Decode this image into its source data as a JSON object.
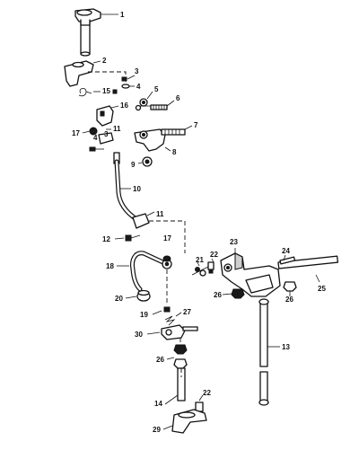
{
  "labels": {
    "l1": "1",
    "l2": "2",
    "l3a": "3",
    "l4a": "4",
    "l15": "15",
    "l5": "5",
    "l6": "6",
    "l16": "16",
    "l11a": "11",
    "l17a": "17",
    "l4b": "4",
    "l3b": "3",
    "l7": "7",
    "l8": "8",
    "l9": "9",
    "l10": "10",
    "l11b": "11",
    "l12": "12",
    "l17b": "17",
    "l23": "23",
    "l24": "24",
    "l22a": "22",
    "l21": "21",
    "l18": "18",
    "l25": "25",
    "l26a": "26",
    "l26b": "26",
    "l20": "20",
    "l19": "19",
    "l27": "27",
    "l30": "30",
    "l13": "13",
    "l26c": "26",
    "l14": "14",
    "l22b": "22",
    "l29": "29"
  }
}
